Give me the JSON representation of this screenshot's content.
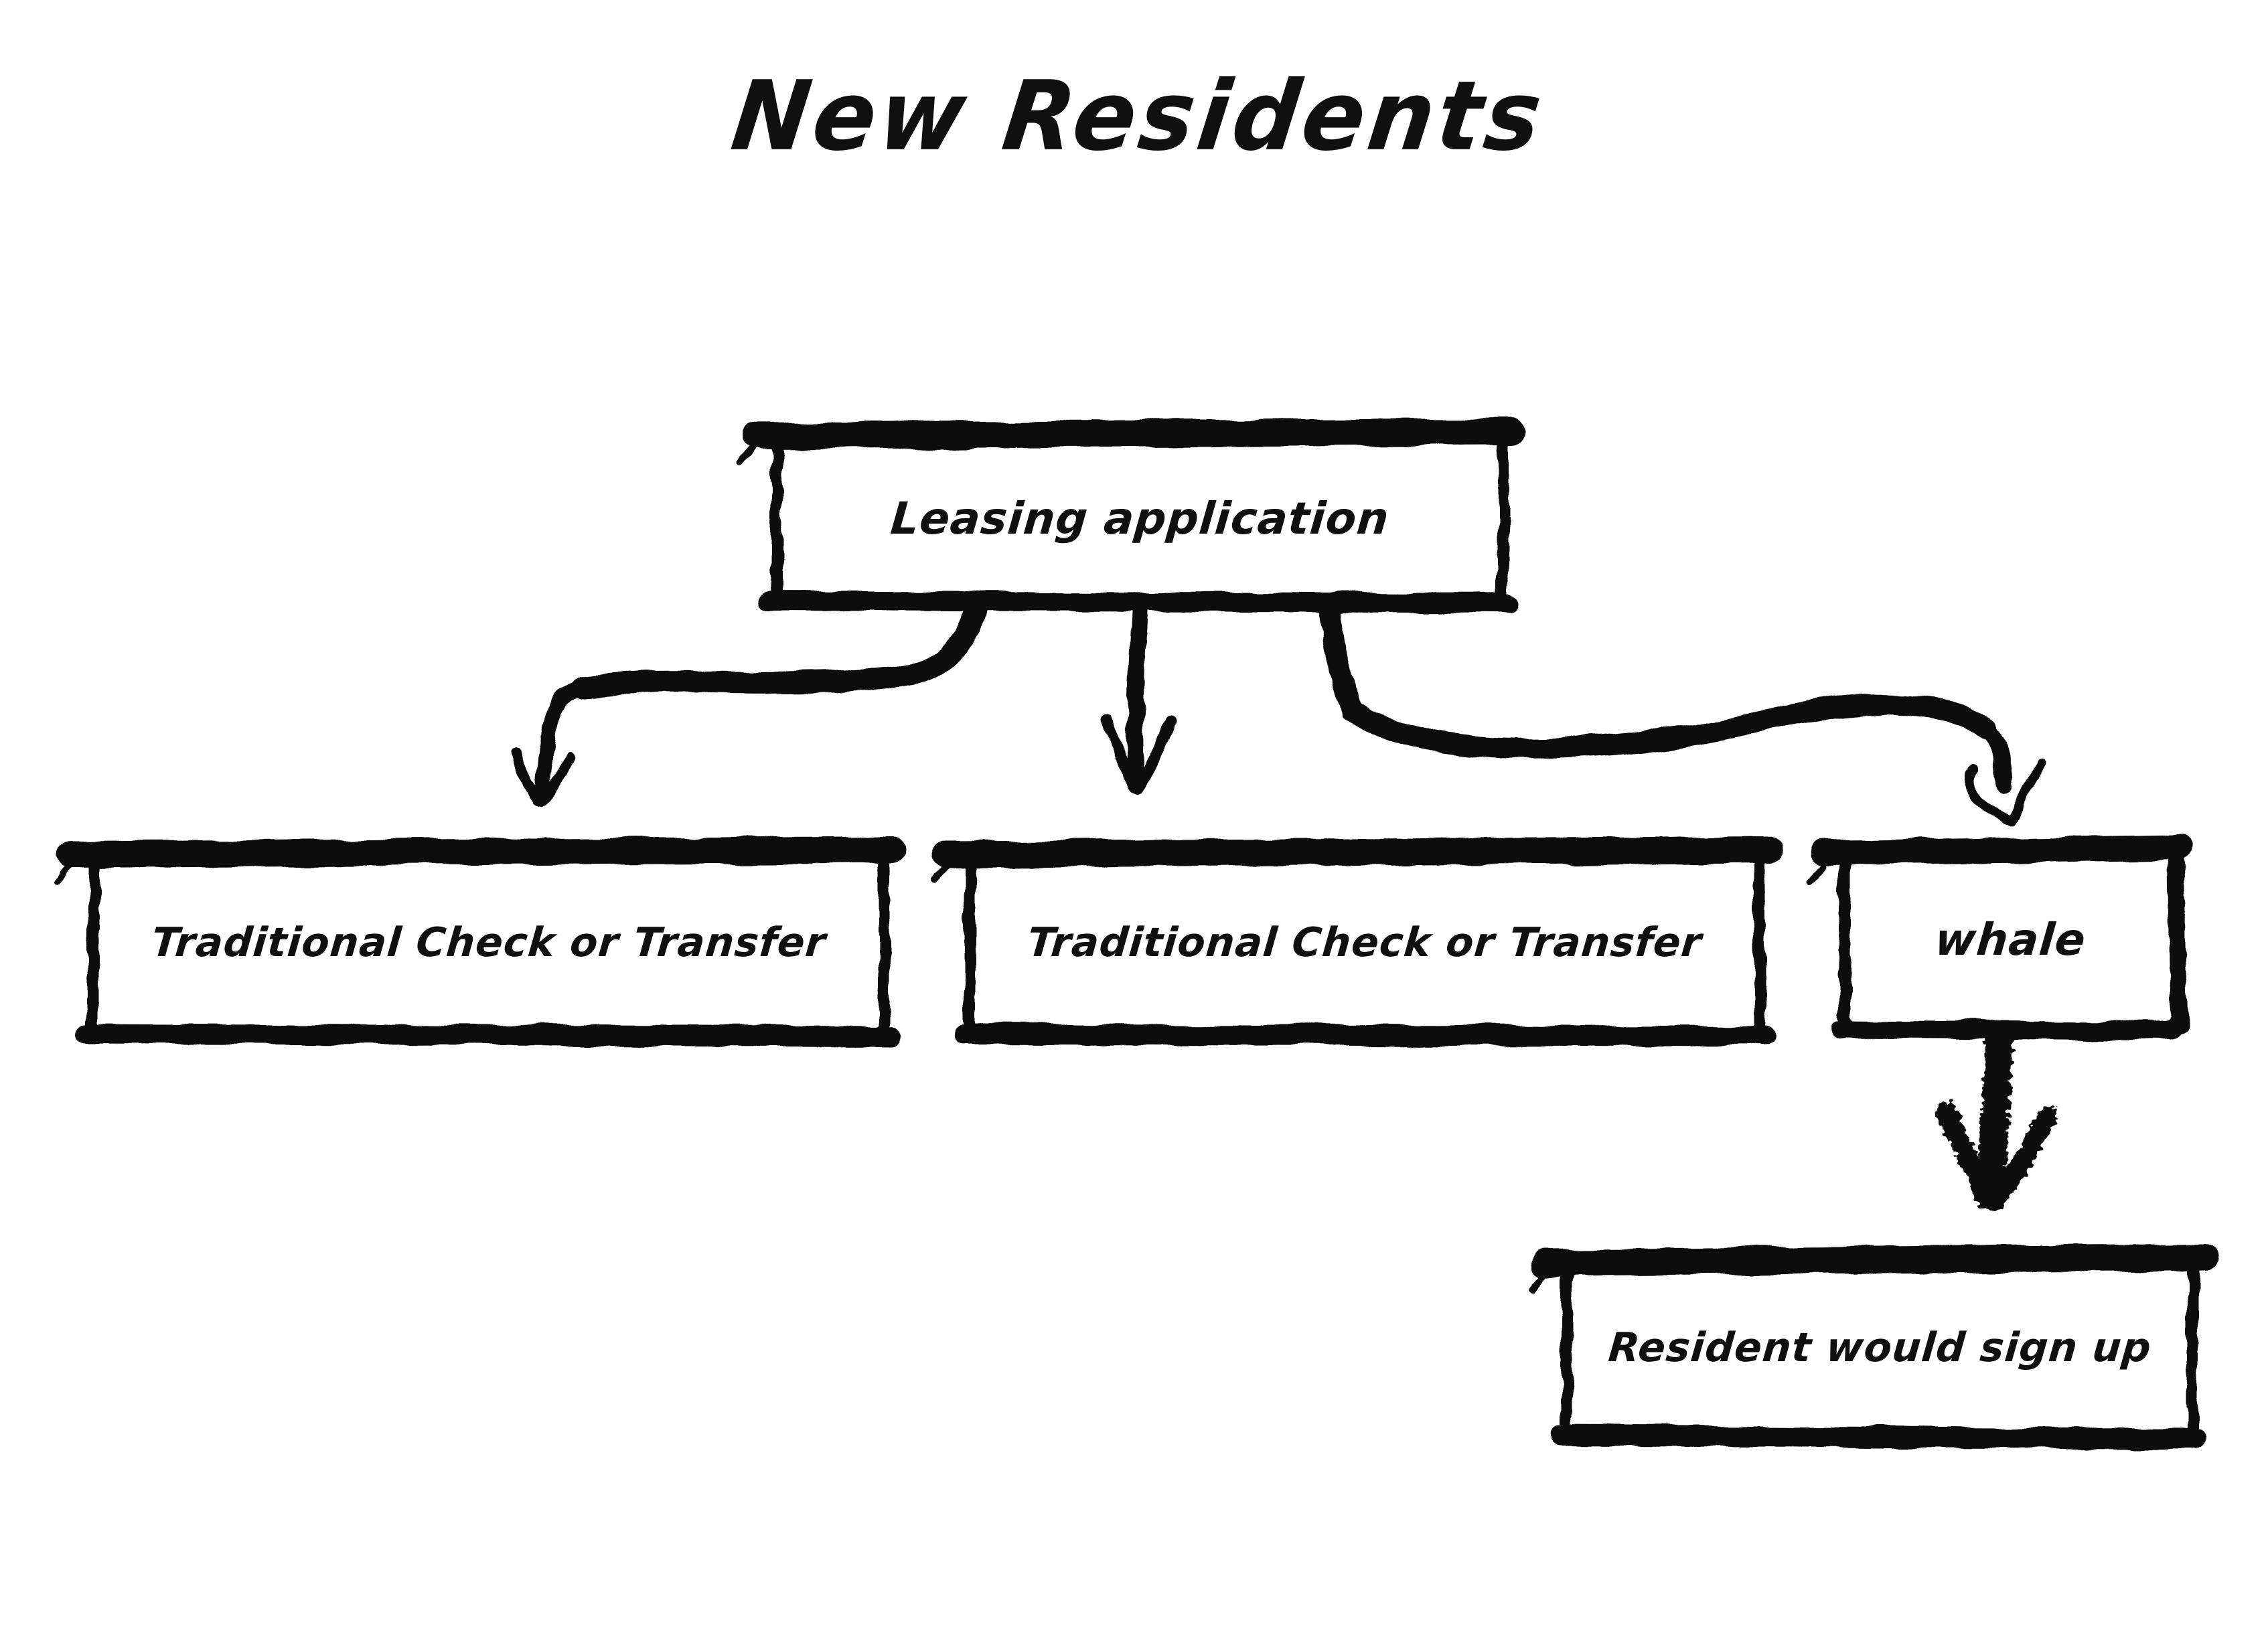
{
  "canvas": {
    "background": "#ffffff",
    "ink": "#101010"
  },
  "diagram": {
    "title": "New Residents",
    "nodes": [
      {
        "id": "leasing-application",
        "label": "Leasing application"
      },
      {
        "id": "traditional-check-or-transfer-left",
        "label": "Traditional Check or Transfer"
      },
      {
        "id": "traditional-check-or-transfer-middle",
        "label": "Traditional Check or Transfer"
      },
      {
        "id": "whale",
        "label": "whale"
      },
      {
        "id": "resident-would-sign-up",
        "label": "Resident would sign up"
      }
    ],
    "edges": [
      {
        "from": "leasing-application",
        "to": "traditional-check-or-transfer-left"
      },
      {
        "from": "leasing-application",
        "to": "traditional-check-or-transfer-middle"
      },
      {
        "from": "leasing-application",
        "to": "whale"
      },
      {
        "from": "whale",
        "to": "resident-would-sign-up"
      }
    ]
  }
}
